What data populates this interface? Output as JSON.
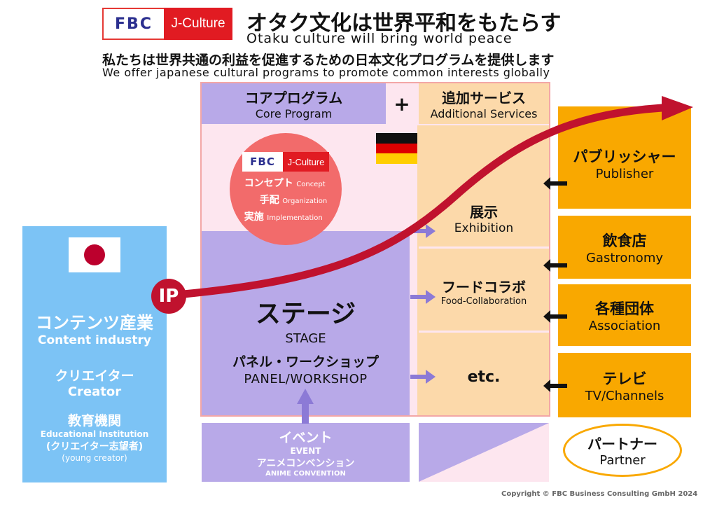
{
  "header": {
    "logo_fbc": "FBC",
    "logo_jculture": "J-Culture",
    "title_jp": "オタク文化は世界平和をもたらす",
    "title_en": "Otaku culture will bring world peace",
    "subtitle_jp": "私たちは世界共通の利益を促進するための日本文化プログラムを提供します",
    "subtitle_en": "We offer japanese cultural programs to promote common interests globally"
  },
  "core": {
    "jp": "コアプログラム",
    "en": "Core Program"
  },
  "plus": "+",
  "additional": {
    "jp": "追加サービス",
    "en": "Additional Services"
  },
  "concept": {
    "logo_fbc": "FBC",
    "logo_jculture": "J-Culture",
    "items": [
      {
        "jp": "コンセプト",
        "en": "Concept"
      },
      {
        "jp": "手配",
        "en": "Organization"
      },
      {
        "jp": "実施",
        "en": "Implementation"
      }
    ]
  },
  "stage": {
    "jp": "ステージ",
    "en": "STAGE",
    "panel_jp": "パネル・ワークショップ",
    "panel_en": "PANEL/WORKSHOP"
  },
  "event": {
    "jp": "イベント",
    "en": "EVENT",
    "anime_jp": "アニメコンベンション",
    "anime_en": "ANIME CONVENTION"
  },
  "services": [
    {
      "jp": "展示",
      "en": "Exhibition"
    },
    {
      "jp": "フードコラボ",
      "en": "Food-Collaboration"
    },
    {
      "jp": "etc.",
      "en": ""
    }
  ],
  "partners": [
    {
      "jp": "パブリッシャー",
      "en": "Publisher"
    },
    {
      "jp": "飲食店",
      "en": "Gastronomy"
    },
    {
      "jp": "各種団体",
      "en": "Association"
    },
    {
      "jp": "テレビ",
      "en": "TV/Channels"
    }
  ],
  "partner_label": {
    "jp": "パートナー",
    "en": "Partner"
  },
  "left": {
    "industry_jp": "コンテンツ産業",
    "industry_en": "Content industry",
    "creator_jp": "クリエイター",
    "creator_en": "Creator",
    "edu_jp": "教育機関",
    "edu_en": "Educational Institution",
    "aspiring_jp": "(クリエイター志望者)",
    "aspiring_en": "(young creator)"
  },
  "ip": "IP",
  "copyright": "Copyright © FBC Business Consulting GmbH 2024",
  "colors": {
    "purple": "#b8a9e8",
    "pink_bg": "#fde6ef",
    "peach": "#fcd9aa",
    "orange": "#f9a800",
    "blue": "#7cc3f5",
    "red": "#c0122e",
    "logo_red": "#e11b22",
    "circle": "#f26b6b"
  }
}
